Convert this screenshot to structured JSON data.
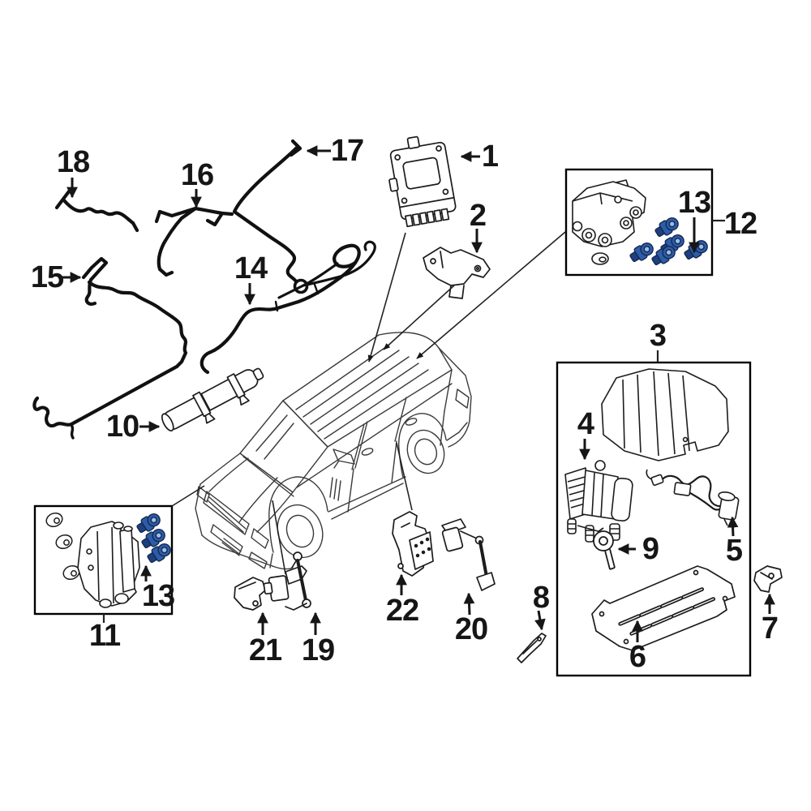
{
  "diagram": {
    "callouts": {
      "c1": {
        "label": "1"
      },
      "c2": {
        "label": "2"
      },
      "c3": {
        "label": "3"
      },
      "c4": {
        "label": "4"
      },
      "c5": {
        "label": "5"
      },
      "c6": {
        "label": "6"
      },
      "c7": {
        "label": "7"
      },
      "c8": {
        "label": "8"
      },
      "c9": {
        "label": "9"
      },
      "c10": {
        "label": "10"
      },
      "c11": {
        "label": "11"
      },
      "c12": {
        "label": "12"
      },
      "c13a": {
        "label": "13"
      },
      "c13b": {
        "label": "13"
      },
      "c14": {
        "label": "14"
      },
      "c15": {
        "label": "15"
      },
      "c16": {
        "label": "16"
      },
      "c17": {
        "label": "17"
      },
      "c18": {
        "label": "18"
      },
      "c19": {
        "label": "19"
      },
      "c20": {
        "label": "20"
      },
      "c21": {
        "label": "21"
      },
      "c22": {
        "label": "22"
      }
    },
    "colors": {
      "ink": "#161616",
      "vehicle_line": "#3a3a3a",
      "part_line": "#1c1c1c",
      "box_border": "#000000",
      "fitting_blue": "#2d5da8",
      "fitting_dark": "#1e3f80",
      "fitting_highlight": "#9bbce6",
      "background": "#ffffff"
    }
  }
}
